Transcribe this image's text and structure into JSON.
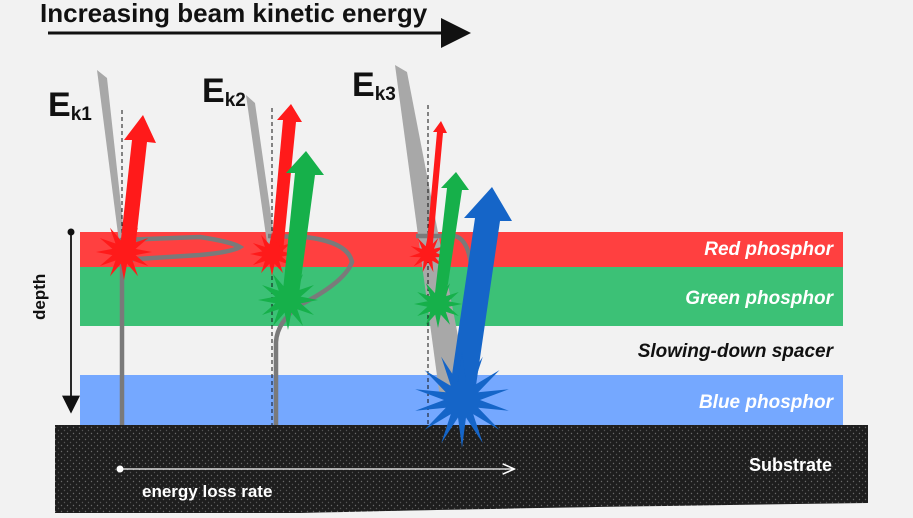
{
  "title": "Increasing beam kinetic energy",
  "axes": {
    "depth": "depth",
    "energy_loss": "energy loss rate"
  },
  "layers": [
    {
      "name": "Red phosphor",
      "color": "#ff4040",
      "text_color": "#ffffff"
    },
    {
      "name": "Green phosphor",
      "color": "#3cc176",
      "text_color": "#ffffff"
    },
    {
      "name": "Slowing-down spacer",
      "color": "#f2f2f2",
      "text_color": "#111111"
    },
    {
      "name": "Blue phosphor",
      "color": "#75a8ff",
      "text_color": "#ffffff"
    }
  ],
  "substrate": {
    "label": "Substrate",
    "color": "#222222"
  },
  "beams": [
    {
      "letter": "E",
      "subscript": "k1"
    },
    {
      "letter": "E",
      "subscript": "k2"
    },
    {
      "letter": "E",
      "subscript": "k3"
    }
  ],
  "colors": {
    "red": "#ff1a1a",
    "green": "#16b04a",
    "blue": "#1565c8",
    "beam": "#a8a8a8",
    "curve": "#7a7a7a"
  }
}
